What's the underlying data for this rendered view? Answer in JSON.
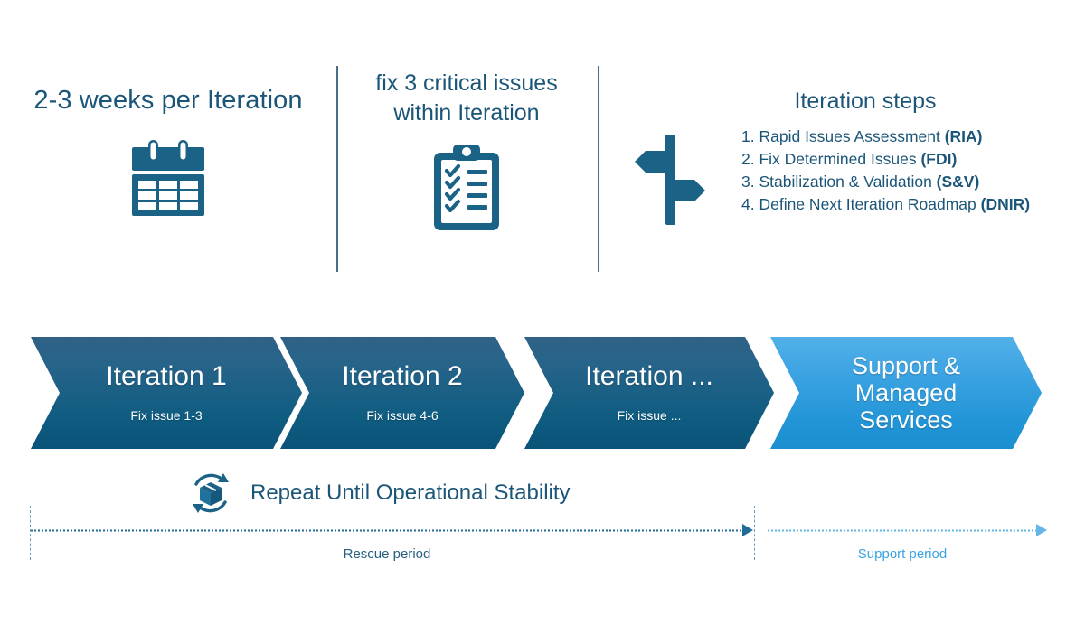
{
  "panels": {
    "cadence": {
      "heading": "2-3 weeks per Iteration",
      "icon": "calendar-icon"
    },
    "scope": {
      "heading_line1": "fix 3 critical issues",
      "heading_line2": "within Iteration",
      "icon": "clipboard-checklist-icon"
    },
    "steps_panel": {
      "heading": "Iteration steps",
      "icon": "signpost-icon",
      "steps": [
        {
          "num": "1.",
          "text": "Rapid Issues Assessment ",
          "abbr": "(RIA)"
        },
        {
          "num": "2.",
          "text": "Fix Determined Issues ",
          "abbr": "(FDI)"
        },
        {
          "num": "3.",
          "text": "Stabilization & Validation ",
          "abbr": "(S&V)"
        },
        {
          "num": "4.",
          "text": "Define Next Iteration Roadmap ",
          "abbr": "(DNIR)"
        }
      ]
    }
  },
  "phases": [
    {
      "title": "Iteration 1",
      "subtitle": "Fix issue 1-3",
      "style": "dark"
    },
    {
      "title": "Iteration 2",
      "subtitle": "Fix issue 4-6",
      "style": "dark"
    },
    {
      "title": "Iteration ...",
      "subtitle": "Fix issue ...",
      "style": "dark"
    },
    {
      "title_line1": "Support &",
      "title_line2": "Managed",
      "title_line3": "Services",
      "style": "light"
    }
  ],
  "repeat": {
    "label": "Repeat Until Operational Stability",
    "icon": "box-cycle-icon"
  },
  "timeline": {
    "rescue_label": "Rescue period",
    "support_label": "Support period"
  },
  "colors": {
    "brand_dark": "#1b5578",
    "chevron_dark_top": "#2f6186",
    "chevron_dark_bottom": "#0a5278",
    "chevron_light_top": "#52b0e8",
    "chevron_light_bottom": "#1b8ecf",
    "rescue_arrow": "#1f6c99",
    "support_arrow": "#63b6e6",
    "divider": "#4a6e86"
  }
}
